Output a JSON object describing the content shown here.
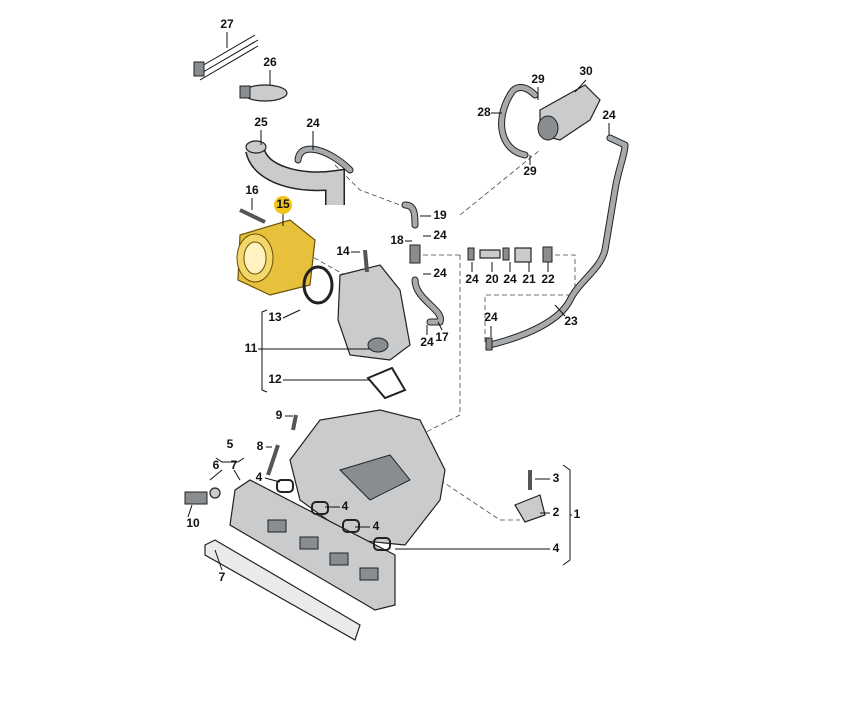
{
  "diagram": {
    "title": "Intake manifold and throttle valve assembly parts diagram",
    "highlight_color": "#f2c318",
    "labels": [
      "27",
      "26",
      "25",
      "24",
      "16",
      "15",
      "19",
      "18",
      "24",
      "24",
      "14",
      "13",
      "11",
      "12",
      "24",
      "17",
      "9",
      "8",
      "5",
      "6",
      "7",
      "4",
      "10",
      "7",
      "4",
      "4",
      "4",
      "3",
      "2",
      "1",
      "28",
      "29",
      "30",
      "24",
      "29",
      "24",
      "20",
      "24",
      "21",
      "22",
      "23",
      "24"
    ]
  }
}
